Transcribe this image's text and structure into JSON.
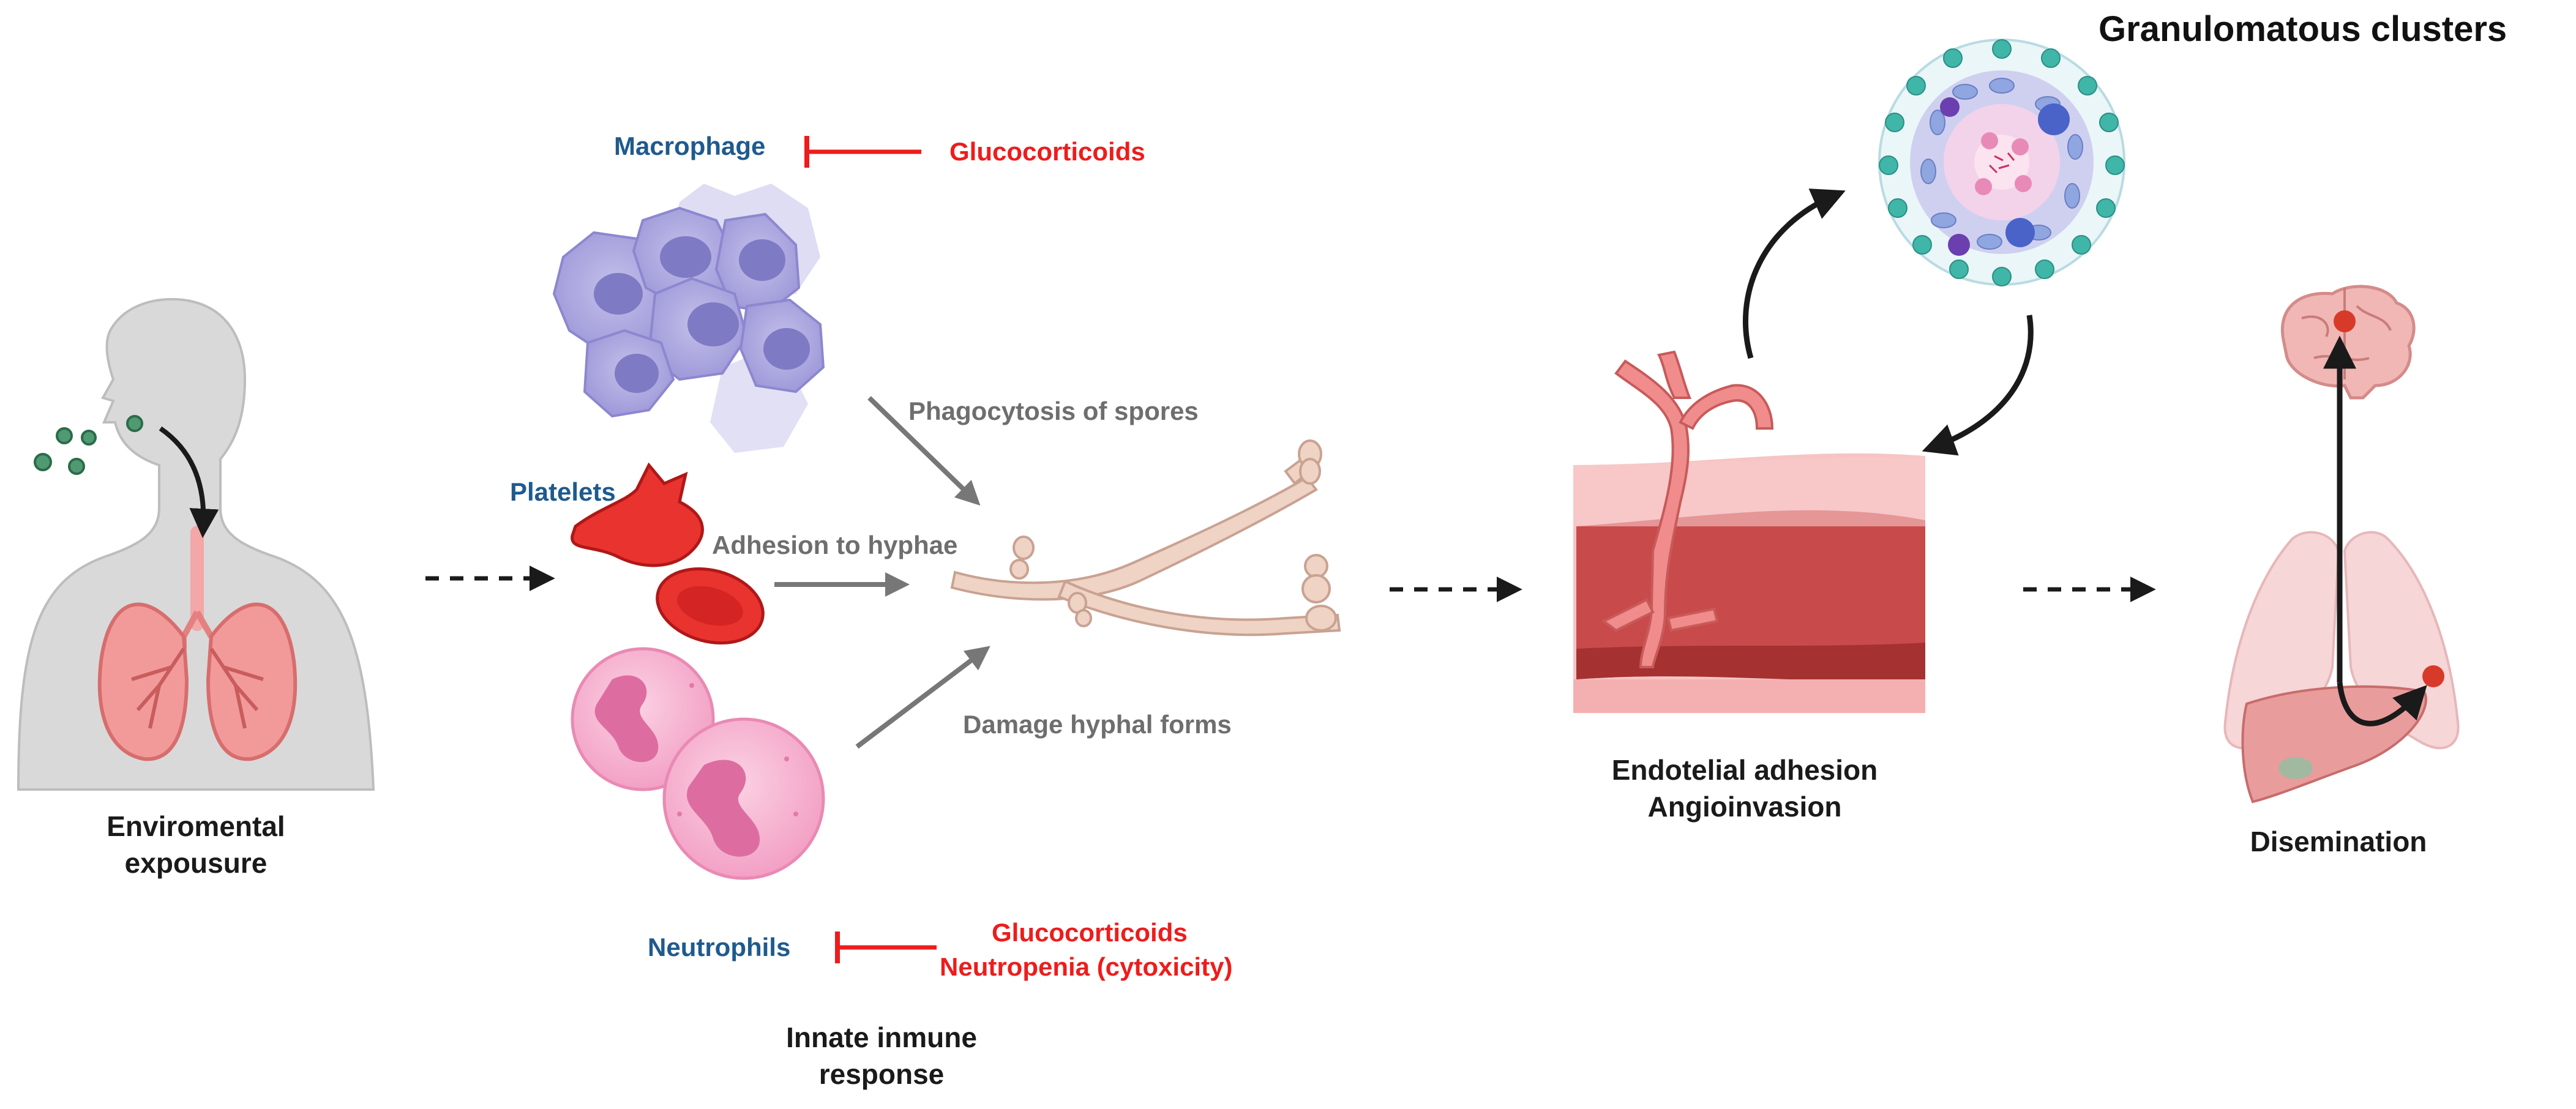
{
  "diagram": {
    "title": "Granulomatous clusters",
    "stages": {
      "exposure": {
        "line1": "Enviromental",
        "line2": "expousure"
      },
      "innate": {
        "line1": "Innate inmune",
        "line2": "response"
      },
      "angio": {
        "line1": "Endotelial adhesion",
        "line2": "Angioinvasion"
      },
      "dissemination": {
        "label": "Disemination"
      }
    },
    "cells": {
      "macrophage": "Macrophage",
      "platelets": "Platelets",
      "neutrophils": "Neutrophils"
    },
    "processes": {
      "phagocytosis": "Phagocytosis of spores",
      "adhesion": "Adhesion to hyphae",
      "damage": "Damage hyphal forms"
    },
    "inhibitors": {
      "macrophage": "Glucocorticoids",
      "neutrophils_1": "Glucocorticoids",
      "neutrophils_2": "Neutropenia (cytoxicity)"
    },
    "colors": {
      "cell_label": "#1e5a8e",
      "inhibitor": "#ee1c1c",
      "process": "#6e6e6e"
    }
  }
}
